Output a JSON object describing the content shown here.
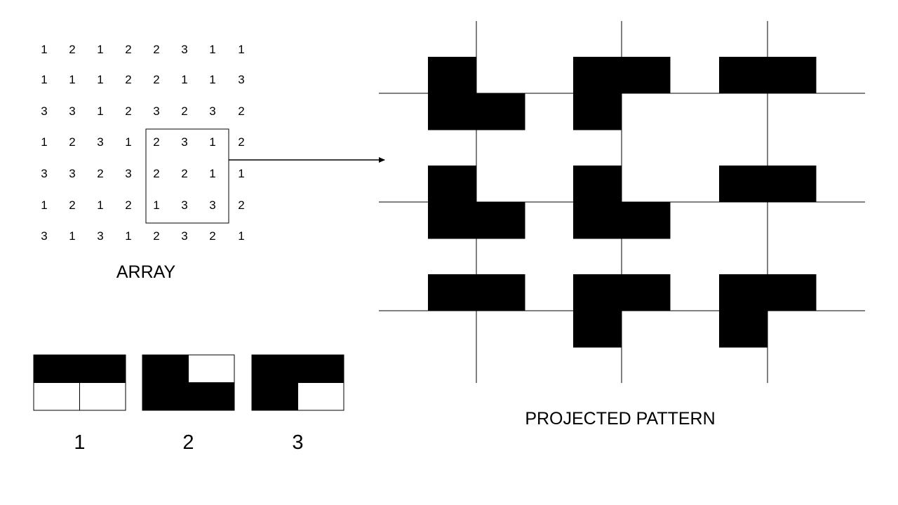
{
  "array": {
    "rows": [
      [
        "1",
        "2",
        "1",
        "2",
        "2",
        "3",
        "1",
        "1"
      ],
      [
        "1",
        "1",
        "1",
        "2",
        "2",
        "1",
        "1",
        "3"
      ],
      [
        "3",
        "3",
        "1",
        "2",
        "3",
        "2",
        "3",
        "2"
      ],
      [
        "1",
        "2",
        "3",
        "1",
        "2",
        "3",
        "1",
        "2"
      ],
      [
        "3",
        "3",
        "2",
        "3",
        "2",
        "2",
        "1",
        "1"
      ],
      [
        "1",
        "2",
        "1",
        "2",
        "1",
        "3",
        "3",
        "2"
      ],
      [
        "3",
        "1",
        "3",
        "1",
        "2",
        "3",
        "2",
        "1"
      ]
    ],
    "label": "ARRAY",
    "highlight_rows": [
      3,
      5
    ],
    "highlight_cols": [
      4,
      6
    ]
  },
  "pattern_key": [
    {
      "label": "1",
      "cells": [
        [
          1,
          1
        ],
        [
          0,
          0
        ]
      ]
    },
    {
      "label": "2",
      "cells": [
        [
          1,
          0
        ],
        [
          1,
          1
        ]
      ]
    },
    {
      "label": "3",
      "cells": [
        [
          1,
          1
        ],
        [
          1,
          0
        ]
      ]
    }
  ],
  "projected": {
    "label": "PROJECTED PATTERN",
    "grid": [
      [
        "2",
        "3",
        "1"
      ],
      [
        "2",
        "2",
        "1"
      ],
      [
        "1",
        "3",
        "3"
      ]
    ]
  },
  "colors": {
    "fill": "#000000",
    "background": "#ffffff",
    "line": "#000000"
  }
}
